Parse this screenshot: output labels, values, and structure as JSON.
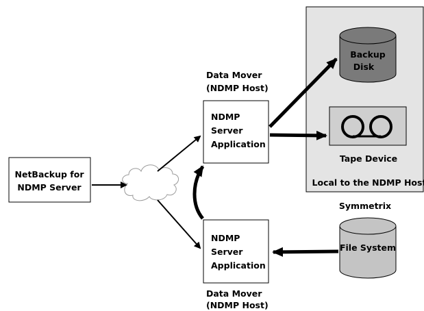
{
  "netbackup": {
    "line1": "NetBackup for",
    "line2": "NDMP Server"
  },
  "upper_host": {
    "line1": "Data Mover",
    "line2": "(NDMP Host)"
  },
  "upper_app": {
    "line1": "NDMP",
    "line2": "Server",
    "line3": "Application"
  },
  "lower_app": {
    "line1": "NDMP",
    "line2": "Server",
    "line3": "Application"
  },
  "lower_host": {
    "line1": "Data Mover",
    "line2": "(NDMP Host)"
  },
  "backup_disk": {
    "line1": "Backup",
    "line2": "Disk"
  },
  "tape_device": {
    "label": "Tape Device"
  },
  "local_region": {
    "label": "Local to the NDMP Host"
  },
  "symmetrix": {
    "label": "Symmetrix"
  },
  "file_system": {
    "label": "File System"
  },
  "colors": {
    "local_panel": "#e4e4e4",
    "backup_disk": "#7a7a7a",
    "tape_device": "#cfcfcf",
    "file_system": "#c4c4c4",
    "cloud": "#ffffff"
  }
}
